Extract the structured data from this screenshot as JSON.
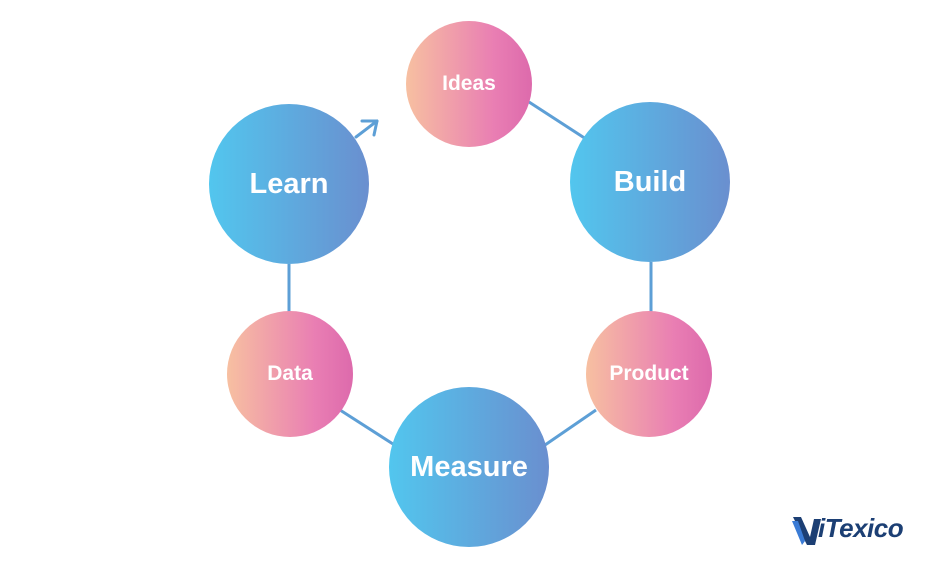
{
  "diagram": {
    "nodes": [
      {
        "id": "ideas",
        "label": "Ideas"
      },
      {
        "id": "build",
        "label": "Build"
      },
      {
        "id": "product",
        "label": "Product"
      },
      {
        "id": "measure",
        "label": "Measure"
      },
      {
        "id": "data",
        "label": "Data"
      },
      {
        "id": "learn",
        "label": "Learn"
      }
    ],
    "colors": {
      "big_start": "#52c6ee",
      "big_end": "#6a8fcf",
      "small_start": "#f7c0a1",
      "small_end": "#dd6aac",
      "connector": "#5d9fd6"
    }
  },
  "logo": {
    "text": "iTexico"
  }
}
